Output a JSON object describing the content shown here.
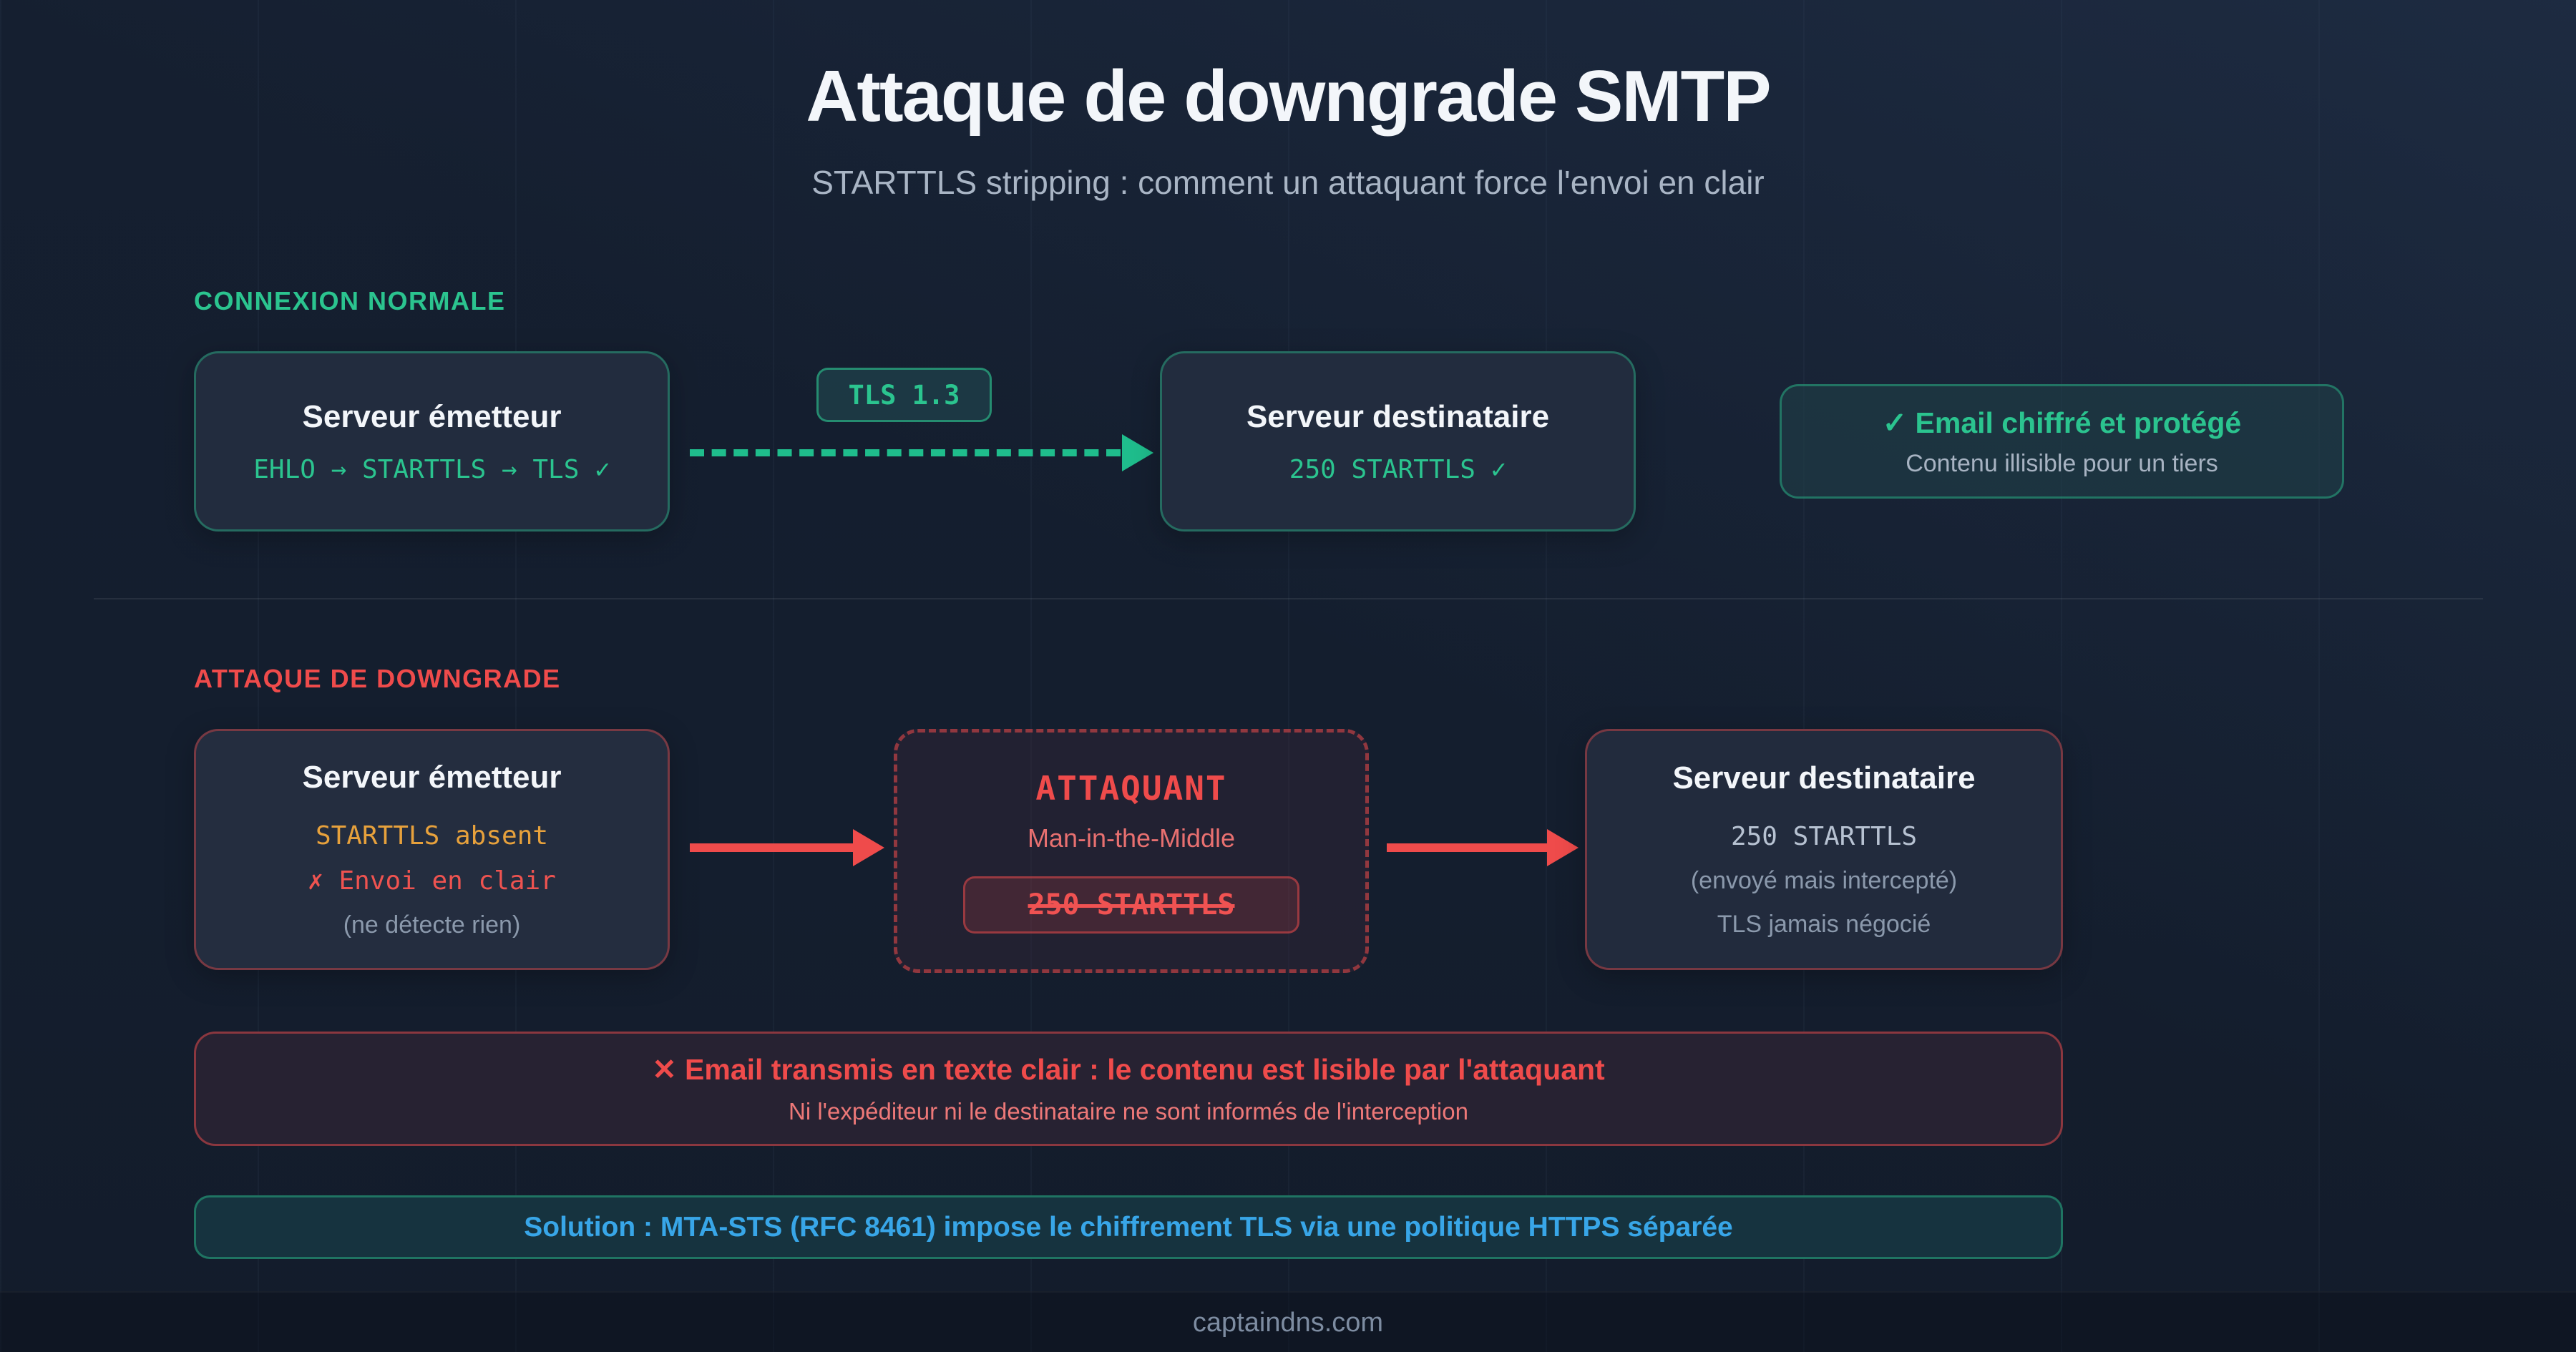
{
  "page": {
    "title": "Attaque de downgrade SMTP",
    "subtitle": "STARTTLS stripping : comment un attaquant force l'envoi en clair",
    "footer": "captaindns.com"
  },
  "colors": {
    "background": "#151f30",
    "green_accent": "#2bc48f",
    "red_accent": "#ef4b4b",
    "orange_accent": "#e7a13c",
    "blue_accent": "#38a6e8",
    "muted_text": "#8b99ac"
  },
  "normal_section": {
    "label": "CONNEXION NORMALE",
    "sender_box": {
      "title": "Serveur émetteur",
      "detail": "EHLO → STARTTLS → TLS ✓"
    },
    "tls_badge_label": "TLS 1.3",
    "receiver_box": {
      "title": "Serveur destinataire",
      "detail": "250 STARTTLS ✓"
    },
    "result_box": {
      "title": "✓ Email chiffré et protégé",
      "subtitle": "Contenu illisible pour un tiers"
    }
  },
  "attack_section": {
    "label": "ATTAQUE DE DOWNGRADE",
    "sender_box": {
      "title": "Serveur émetteur",
      "line1": "STARTTLS absent",
      "line2": "✗ Envoi en clair",
      "line3": "(ne détecte rien)"
    },
    "attacker_box": {
      "title": "ATTAQUANT",
      "subtitle": "Man-in-the-Middle",
      "stripped_badge": "250 STARTTLS"
    },
    "receiver_box": {
      "title": "Serveur destinataire",
      "line1": "250 STARTTLS",
      "line2": "(envoyé mais intercepté)",
      "line3": "TLS jamais négocié"
    },
    "warning_banner": {
      "title": "✕ Email transmis en texte clair : le contenu est lisible par l'attaquant",
      "subtitle": "Ni l'expéditeur ni le destinataire ne sont informés de l'interception"
    },
    "solution_banner": {
      "text": "Solution : MTA-STS (RFC 8461) impose le chiffrement TLS via une politique HTTPS séparée"
    }
  }
}
